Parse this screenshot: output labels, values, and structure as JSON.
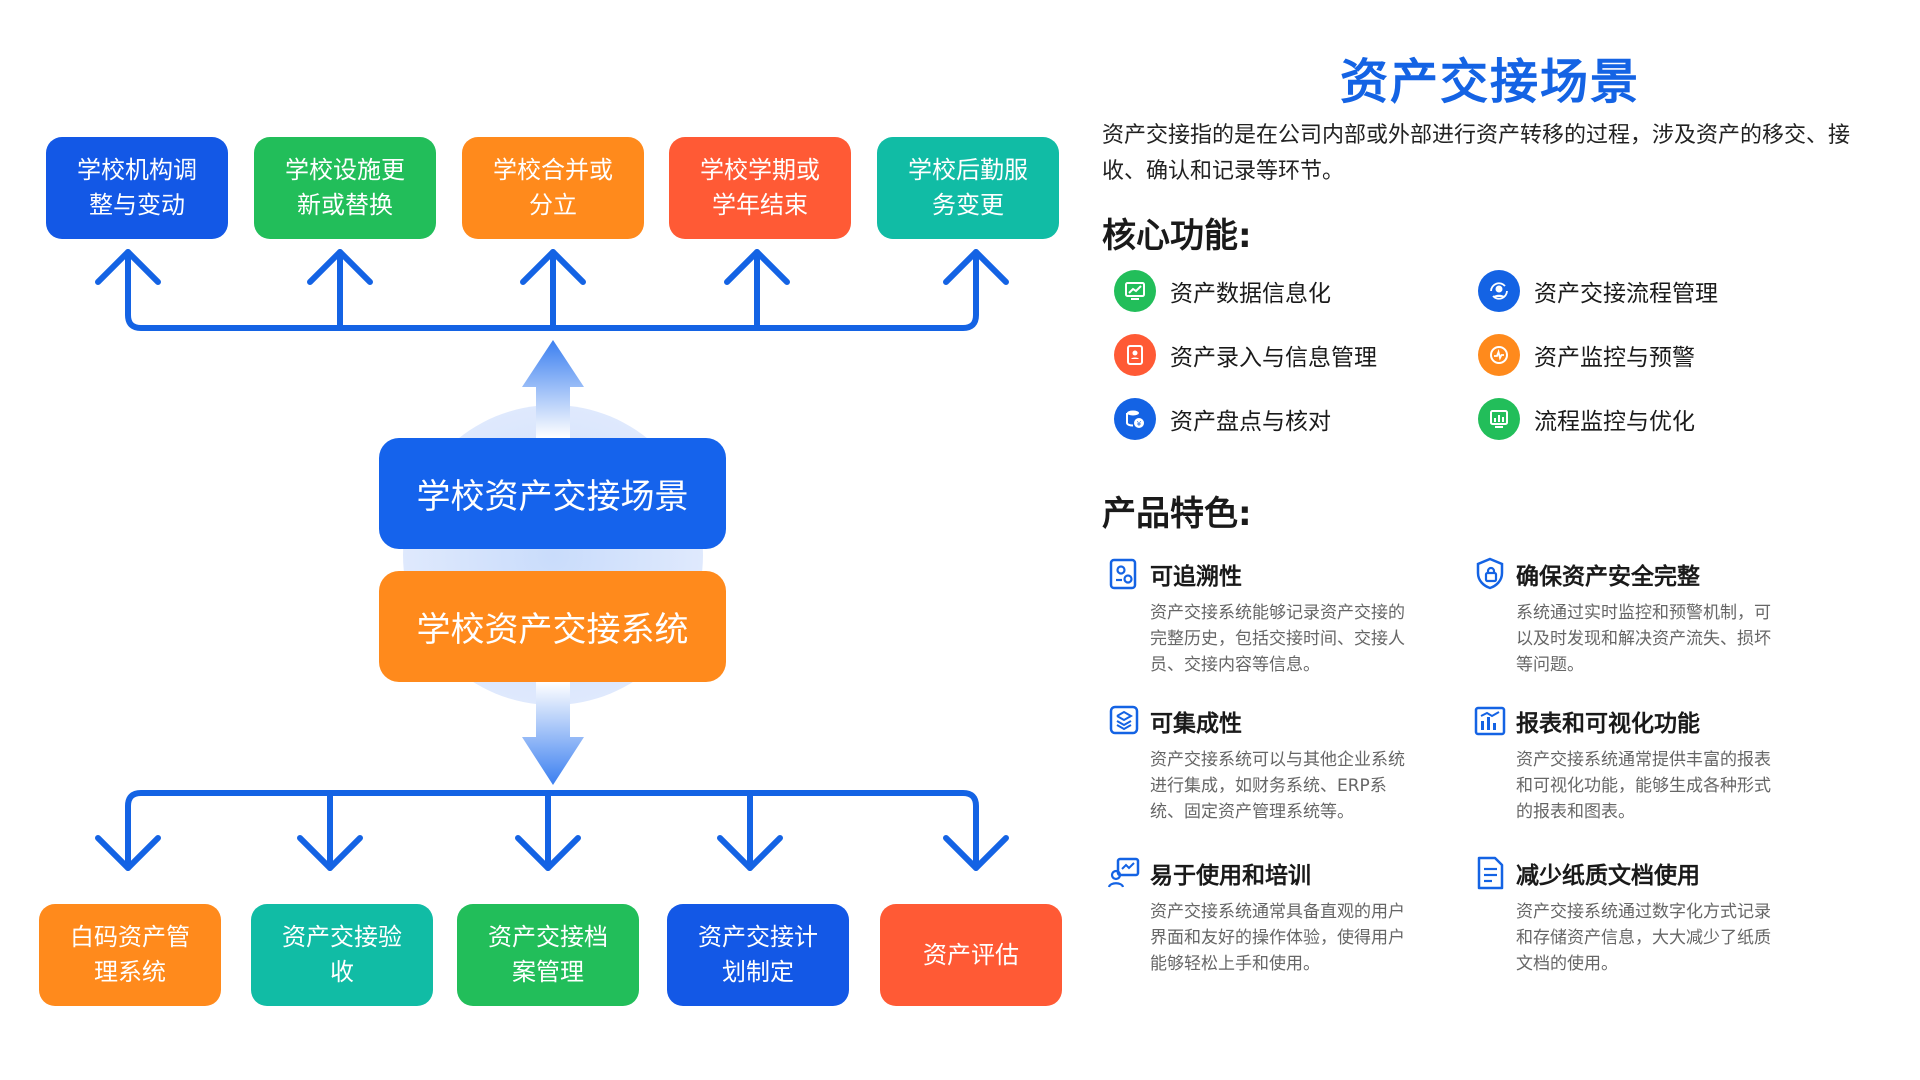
{
  "diagram": {
    "top_boxes": [
      {
        "label": "学校机构调整与变动",
        "color": "#1358e6"
      },
      {
        "label": "学校设施更新或替换",
        "color": "#22be5a"
      },
      {
        "label": "学校合并或分立",
        "color": "#ff8a1c"
      },
      {
        "label": "学校学期或学年结束",
        "color": "#ff5a35"
      },
      {
        "label": "学校后勤服务变更",
        "color": "#11bca5"
      }
    ],
    "center_top": "学校资产交接场景",
    "center_bottom": "学校资产交接系统",
    "bottom_boxes": [
      {
        "label": "白码资产管理系统",
        "color": "#ff8a1c"
      },
      {
        "label": "资产交接验收",
        "color": "#11bca5"
      },
      {
        "label": "资产交接档案管理",
        "color": "#22be5a"
      },
      {
        "label": "资产交接计划制定",
        "color": "#1358e6"
      },
      {
        "label": "资产评估",
        "color": "#ff5a35"
      }
    ]
  },
  "panel": {
    "title": "资产交接场景",
    "description": "资产交接指的是在公司内部或外部进行资产转移的过程，涉及资产的移交、接收、确认和记录等环节。",
    "core_heading": "核心功能:",
    "core_functions": [
      {
        "label": "资产数据信息化",
        "icon": "chart-screen-icon",
        "color": "#22be5a"
      },
      {
        "label": "资产交接流程管理",
        "icon": "user-cycle-icon",
        "color": "#1463e4"
      },
      {
        "label": "资产录入与信息管理",
        "icon": "id-card-icon",
        "color": "#ff5a35"
      },
      {
        "label": "资产监控与预警",
        "icon": "monitor-icon",
        "color": "#ff8a1c"
      },
      {
        "label": "资产盘点与核对",
        "icon": "database-coin-icon",
        "color": "#1463e4"
      },
      {
        "label": "流程监控与优化",
        "icon": "bar-chart-icon",
        "color": "#22be5a"
      }
    ],
    "feature_heading": "产品特色:",
    "features": [
      {
        "title": "可追溯性",
        "body": "资产交接系统能够记录资产交接的完整历史，包括交接时间、交接人员、交接内容等信息。",
        "icon": "trace-icon"
      },
      {
        "title": "确保资产安全完整",
        "body": "系统通过实时监控和预警机制，可以及时发现和解决资产流失、损坏等问题。",
        "icon": "shield-lock-icon"
      },
      {
        "title": "可集成性",
        "body": "资产交接系统可以与其他企业系统进行集成，如财务系统、ERP系统、固定资产管理系统等。",
        "icon": "layers-icon"
      },
      {
        "title": "报表和可视化功能",
        "body": "资产交接系统通常提供丰富的报表和可视化功能，能够生成各种形式的报表和图表。",
        "icon": "report-chart-icon"
      },
      {
        "title": "易于使用和培训",
        "body": "资产交接系统通常具备直观的用户界面和友好的操作体验，使得用户能够轻松上手和使用。",
        "icon": "user-board-icon"
      },
      {
        "title": "减少纸质文档使用",
        "body": "资产交接系统通过数字化方式记录和存储资产信息，大大减少了纸质文档的使用。",
        "icon": "document-icon"
      }
    ]
  }
}
